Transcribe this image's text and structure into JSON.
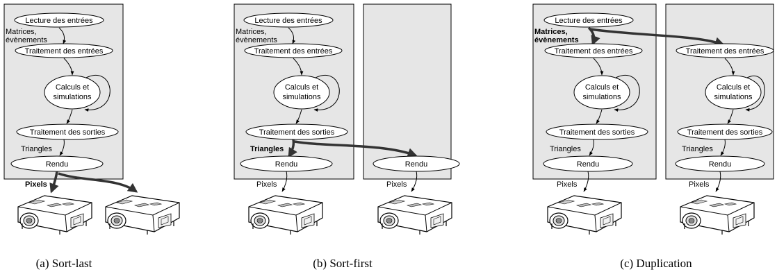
{
  "nodes": {
    "input_read": "Lecture des entrées",
    "input_proc": "Traitement des entrées",
    "calc_line1": "Calculs et",
    "calc_line2": "simulations",
    "output_proc": "Traitement des sorties",
    "render": "Rendu"
  },
  "labels": {
    "matrices_line1": "Matrices,",
    "matrices_line2": "évènements",
    "triangles": "Triangles",
    "pixels": "Pixels"
  },
  "captions": {
    "a": "(a)  Sort-last",
    "b": "(b)  Sort-first",
    "c": "(c)  Duplication"
  },
  "colors": {
    "panel_fill": "#e6e6e6",
    "stroke": "#000000",
    "thick_arrow": "#333333"
  }
}
